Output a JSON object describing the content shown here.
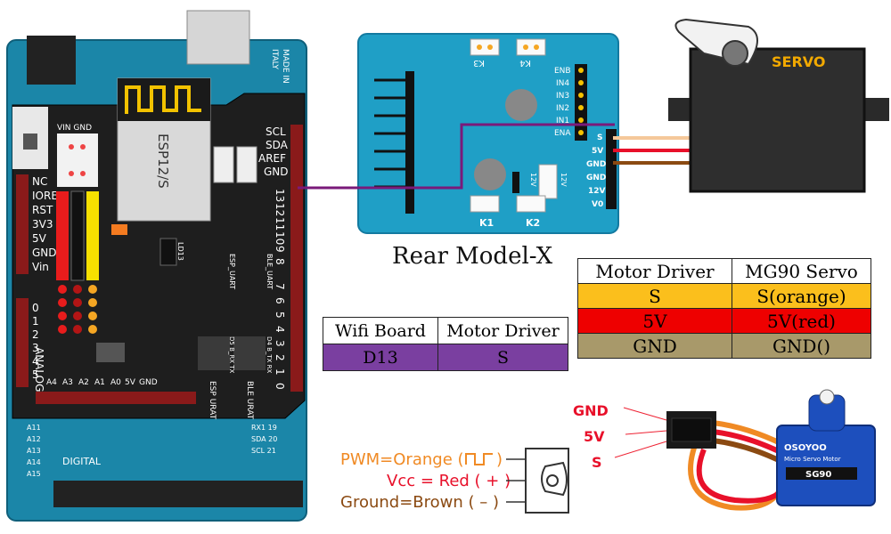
{
  "title": "Rear Model-X",
  "mega_board": {
    "made_in": "MADE IN",
    "italy": "ITALY",
    "digital": "DIGITAL",
    "left_pins": [
      "NC",
      "IOREF",
      "RST",
      "3V3",
      "5V",
      "GND",
      "Vin"
    ],
    "analog_label": "ANALOG",
    "analog_nums": [
      "0",
      "1",
      "2",
      "3",
      "4",
      "5"
    ],
    "right_top_pins": [
      "SCL",
      "SDA",
      "AREF",
      "GND"
    ],
    "right_digital_pins": [
      "13",
      "12",
      "11",
      "10",
      "9",
      "8",
      "7",
      "6",
      "5",
      "4",
      "3",
      "2",
      "1",
      "0"
    ],
    "vin_gnd": "VIN GND",
    "bottom_a_pins": [
      "A4",
      "A3",
      "A2",
      "A1",
      "A0",
      "5V",
      "GND"
    ],
    "side_pins_right": [
      "RX1 19",
      "SDA 20",
      "SCL 21"
    ],
    "side_pins_left": [
      "A11",
      "A12",
      "A13",
      "A14",
      "A15"
    ]
  },
  "esp_module": {
    "label": "ESP12/S"
  },
  "shield_labels": {
    "esp_urat": "ESP URAT",
    "ble_urat": "BLE URAT",
    "ble_uart": "BLE_UART",
    "esp_uart": "ESP_UART",
    "led": "LD13",
    "d4_rx": "D4 B_TX RX",
    "d5": "D5 B_RX TX"
  },
  "motor_driver": {
    "headers_top": [
      "K3",
      "K4"
    ],
    "right_pins": [
      "ENB",
      "IN4",
      "IN3",
      "IN2",
      "IN1",
      "ENA"
    ],
    "output_pins": [
      "S",
      "5V",
      "GND",
      "GND",
      "12V",
      "V0"
    ],
    "k1": "K1",
    "k2": "K2",
    "v12a": "12V",
    "v12b": "12V"
  },
  "servo_icon": {
    "label": "SERVO"
  },
  "driver_servo_table": {
    "headers": [
      "Motor Driver",
      "MG90 Servo"
    ],
    "rows": [
      [
        "S",
        "S(orange)"
      ],
      [
        "5V",
        "5V(red)"
      ],
      [
        "GND",
        "GND()"
      ]
    ],
    "row_colors": [
      "#fbbf1c",
      "#ee0000",
      "#a8996a"
    ]
  },
  "wifi_table": {
    "headers": [
      "Wifi Board",
      "Motor Driver"
    ],
    "row": [
      "D13",
      "S"
    ],
    "row_color": "#7a3fa0"
  },
  "sg90": {
    "labels": [
      "GND",
      "5V",
      "S"
    ],
    "brand": "OSOYOO",
    "sub": "Micro Servo Motor",
    "model": "SG90"
  },
  "legend": {
    "pwm": "PWM=Orange (",
    "pwm_end": ")",
    "vcc": "Vcc = Red ( + )",
    "ground": "Ground=Brown ( – )",
    "colors": {
      "pwm": "#f08a24",
      "vcc": "#e8102a",
      "ground": "#8b4a12"
    }
  }
}
